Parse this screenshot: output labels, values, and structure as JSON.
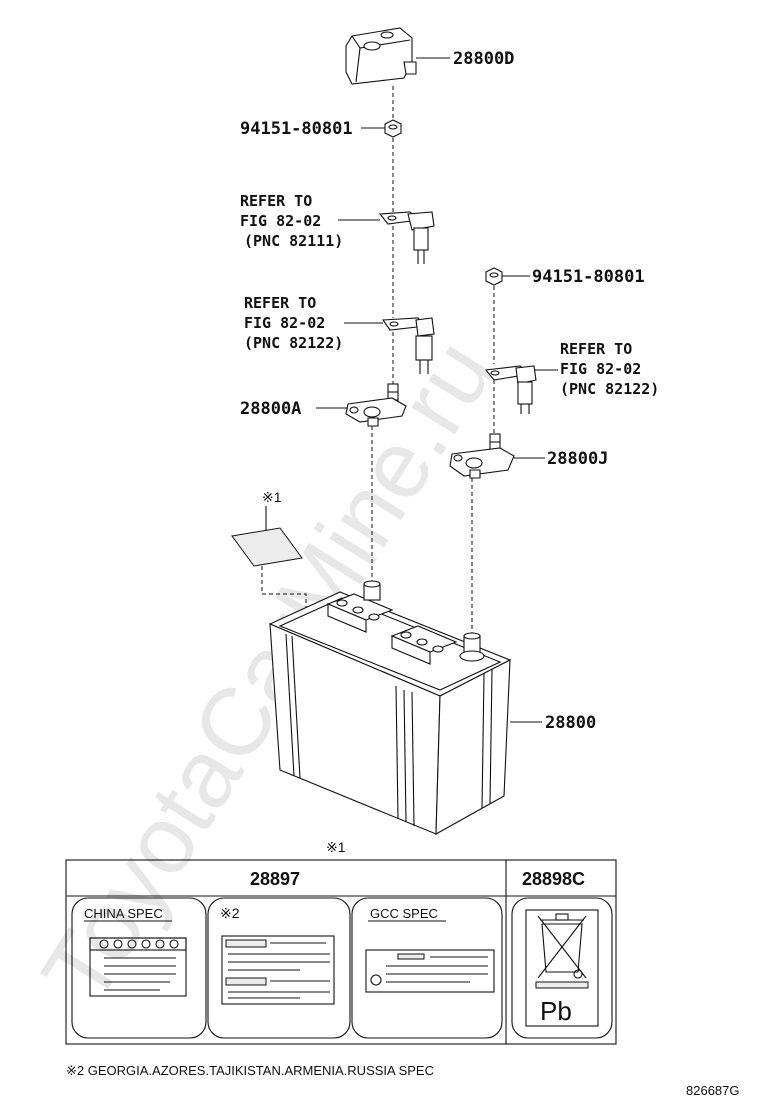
{
  "watermark": "ToyotaCarMine.ru",
  "parts": {
    "cover": "28800D",
    "nut_top": "94151-80801",
    "nut_right": "94151-80801",
    "clamp_neg": "28800A",
    "clamp_pos": "28800J",
    "battery": "28800"
  },
  "refs": {
    "ref1": {
      "line1": "REFER TO",
      "line2": "FIG 82-02",
      "line3": "(PNC 82111)"
    },
    "ref2": {
      "line1": "REFER TO",
      "line2": "FIG 82-02",
      "line3": "(PNC 82122)"
    },
    "ref3": {
      "line1": "REFER TO",
      "line2": "FIG 82-02",
      "line3": "(PNC 82122)"
    }
  },
  "notes": {
    "mark1_label": "※1",
    "mark1_table": "※1",
    "footnote": "※2 GEORGIA.AZORES.TAJIKISTAN.ARMENIA.RUSSIA SPEC",
    "diagram_id": "826687G"
  },
  "table": {
    "col1_header": "28897",
    "col2_header": "28898C",
    "cells": [
      {
        "title": "CHINA SPEC"
      },
      {
        "title": "※2"
      },
      {
        "title": "GCC SPEC"
      }
    ],
    "pb_text": "Pb"
  }
}
